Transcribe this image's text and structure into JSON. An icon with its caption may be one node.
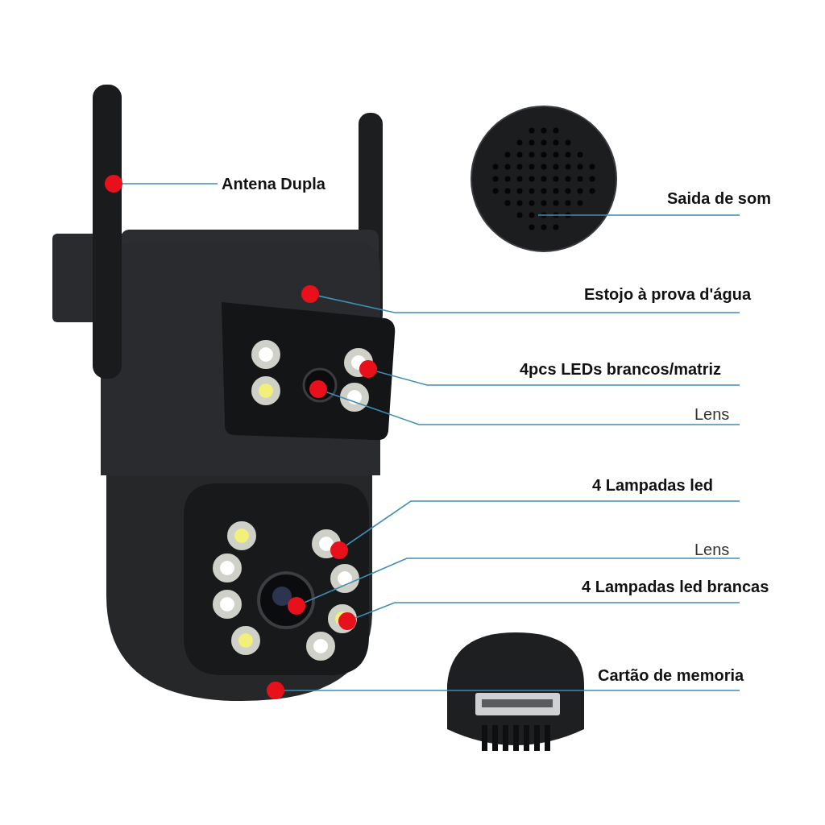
{
  "diagram": {
    "nodes": [
      {
        "text": [
          "Antena Dupla"
        ]
      },
      {
        "text": [],
        "shape": "circle"
      },
      {
        "text": [
          "Saida de som"
        ]
      },
      {
        "text": [],
        "shape": "picture"
      },
      {
        "text": [
          "Estojo à prova d'água"
        ]
      },
      {
        "text": [],
        "shape": "circle"
      },
      {
        "text": [
          "4pcs LEDs brancos/matriz"
        ]
      },
      {
        "text": [],
        "shape": "circle"
      },
      {
        "text": [
          "Lens"
        ]
      },
      {
        "text": [],
        "shape": "circle"
      },
      {
        "text": [
          "4 Lampadas led"
        ]
      },
      {
        "text": [],
        "shape": "circle"
      },
      {
        "text": [
          "Lens"
        ]
      },
      {
        "text": [],
        "shape": "circle"
      },
      {
        "text": [
          "4 Lampadas led brancas"
        ]
      },
      {
        "text": [],
        "shape": "circle"
      },
      {
        "text": [
          "Cartão de memoria"
        ]
      },
      {
        "text": [],
        "shape": "circle"
      }
    ],
    "edges": [
      {
        "from": 0,
        "to": 1,
        "arrow": "none"
      },
      {
        "from": 2,
        "to": 3,
        "arrow": "none"
      },
      {
        "from": 4,
        "to": 5,
        "arrow": "none"
      },
      {
        "from": 6,
        "to": 7,
        "arrow": "none"
      },
      {
        "from": 8,
        "to": 9,
        "arrow": "none"
      },
      {
        "from": 10,
        "to": 11,
        "arrow": "none"
      },
      {
        "from": 12,
        "to": 13,
        "arrow": "none"
      },
      {
        "from": 14,
        "to": 15,
        "arrow": "none"
      },
      {
        "from": 16,
        "to": 17,
        "arrow": "none"
      }
    ]
  }
}
